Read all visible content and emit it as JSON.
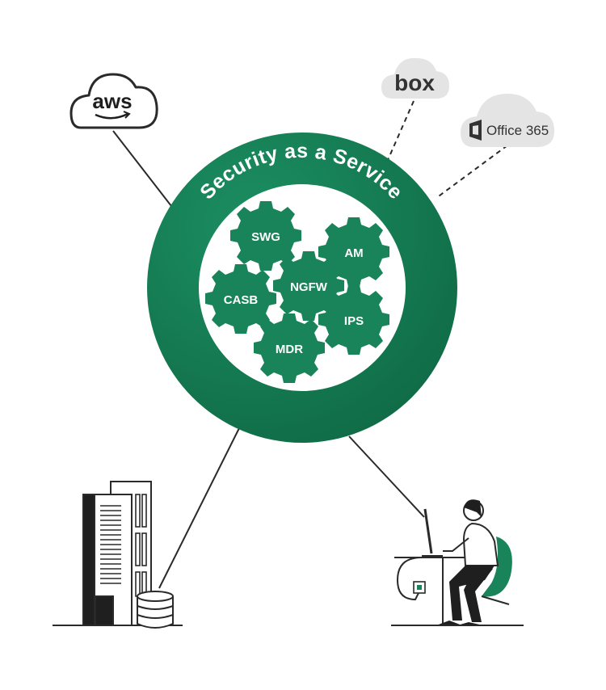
{
  "diagram": {
    "title": "Security as a Service",
    "services": [
      "SWG",
      "AM",
      "NGFW",
      "CASB",
      "IPS",
      "MDR"
    ],
    "cloud_apps": {
      "aws": "aws",
      "box": "box",
      "office365": "Office 365"
    },
    "icons": [
      "aws-cloud-icon",
      "box-cloud-icon",
      "office365-cloud-icon",
      "office-building-icon",
      "database-icon",
      "remote-worker-icon"
    ],
    "colors": {
      "green": "#19835a",
      "green_dark": "#0f6a45",
      "gray_cloud": "#e4e4e4",
      "line": "#2a2a2a"
    }
  }
}
